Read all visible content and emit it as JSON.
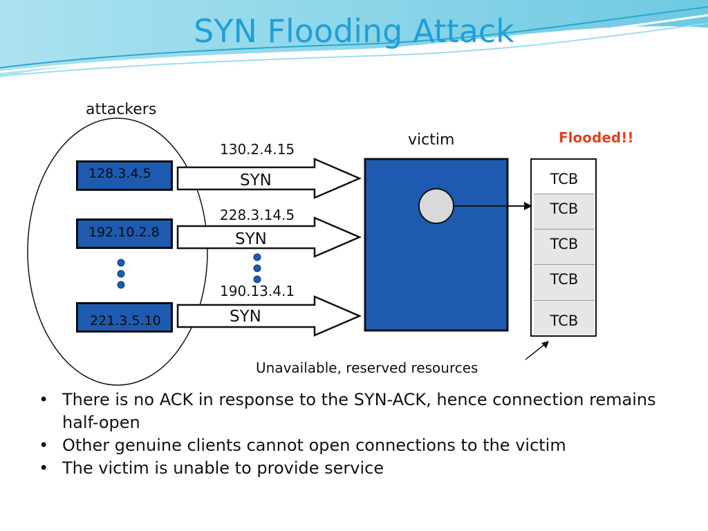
{
  "slide": {
    "title": "SYN Flooding Attack"
  },
  "diagram": {
    "attackers_label": "attackers",
    "victim_label": "victim",
    "flooded_label": "Flooded!!",
    "attackers": [
      {
        "ip": "128.3.4.5"
      },
      {
        "ip": "192.10.2.8"
      },
      {
        "ip": "221.3.5.10"
      }
    ],
    "syn_flows": [
      {
        "ip": "130.2.4.15",
        "label": "SYN"
      },
      {
        "ip": "228.3.14.5",
        "label": "SYN"
      },
      {
        "ip": "190.13.4.1",
        "label": "SYN"
      }
    ],
    "tcb_entries": [
      "TCB",
      "TCB",
      "TCB",
      "TCB",
      "TCB"
    ],
    "resources_label": "Unavailable, reserved resources",
    "colors": {
      "box_fill": "#1e5bb0",
      "title": "#1f9fd8",
      "flooded": "#e0421f",
      "dots": "#1e5bb0"
    }
  },
  "bullets": [
    "There is no ACK in response to the SYN-ACK, hence connection remains half-open",
    "Other genuine clients cannot open connections to the victim",
    "The victim is unable to provide service"
  ]
}
